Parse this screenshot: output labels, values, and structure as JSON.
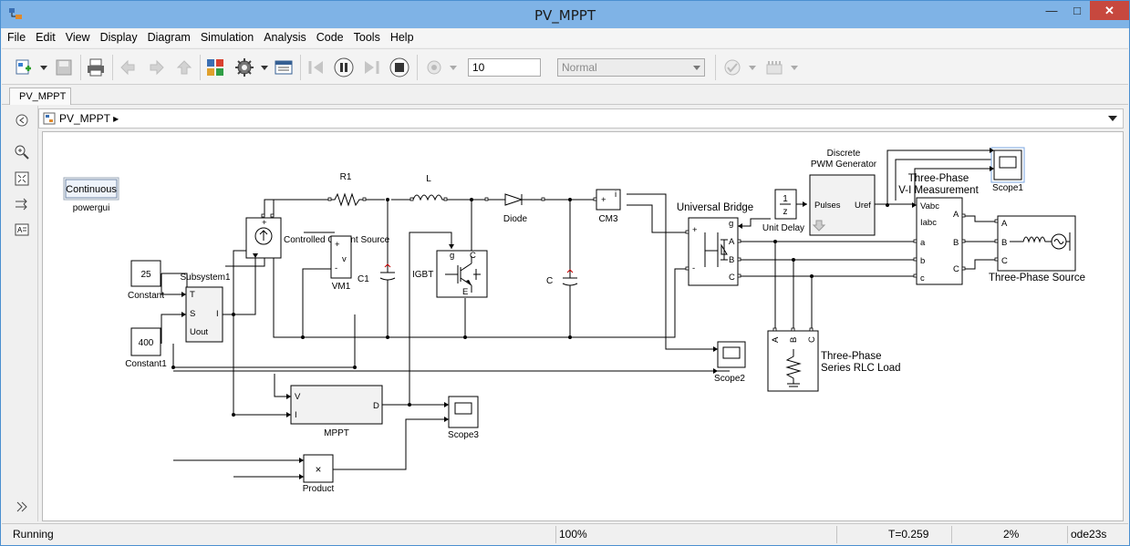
{
  "window": {
    "title": "PV_MPPT"
  },
  "menu": [
    "File",
    "Edit",
    "View",
    "Display",
    "Diagram",
    "Simulation",
    "Analysis",
    "Code",
    "Tools",
    "Help"
  ],
  "toolbar": {
    "stop_time": "10",
    "sim_mode": "Normal",
    "icons": [
      "new-model-icon",
      "save-icon",
      "print-icon",
      "back-icon",
      "forward-icon",
      "up-icon",
      "library-browser-icon",
      "model-config-icon",
      "model-explorer-icon",
      "step-back-icon",
      "pause-icon",
      "step-forward-icon",
      "stop-icon",
      "record-icon",
      "check-icon",
      "build-icon"
    ]
  },
  "tab": {
    "label": "PV_MPPT"
  },
  "breadcrumb": {
    "path": "PV_MPPT"
  },
  "diagram": {
    "powergui": {
      "label": "Continuous",
      "name": "powergui"
    },
    "constant25": {
      "value": "25",
      "name": "Constant"
    },
    "constant400": {
      "value": "400",
      "name": "Constant1"
    },
    "subsystem1": {
      "name": "Subsystem1",
      "port_t": "T",
      "port_s": "S",
      "port_uout": "Uout",
      "port_i": "I"
    },
    "ccs": {
      "name": "Controlled Current Source"
    },
    "vm1": {
      "name": "VM1",
      "port_v": "v"
    },
    "r1": {
      "name": "R1"
    },
    "l": {
      "name": "L"
    },
    "c1": {
      "name": "C1"
    },
    "igbt": {
      "name": "IGBT",
      "port_g": "g",
      "port_c": "C",
      "port_e": "E"
    },
    "diode": {
      "name": "Diode"
    },
    "c": {
      "name": "C"
    },
    "cm3": {
      "name": "CM3",
      "port_i": "i"
    },
    "bridge": {
      "name": "Universal Bridge",
      "port_g": "g",
      "port_a": "A",
      "port_b": "B",
      "port_c": "C"
    },
    "unit_delay": {
      "name": "Unit Delay",
      "num": "1",
      "den": "z"
    },
    "pwm": {
      "name1": "Discrete",
      "name2": "PWM Generator",
      "port_pulses": "Pulses",
      "port_uref": "Uref"
    },
    "vim": {
      "name1": "Three-Phase",
      "name2": "V-I Measurement",
      "port_vabc": "Vabc",
      "port_iabc": "Iabc",
      "port_a": "a",
      "port_b": "b",
      "port_c": "c",
      "port_A": "A",
      "port_B": "B",
      "port_C": "C"
    },
    "source": {
      "name": "Three-Phase Source",
      "port_a": "A",
      "port_b": "B",
      "port_c": "C"
    },
    "scope1": {
      "name": "Scope1"
    },
    "scope2": {
      "name": "Scope2"
    },
    "scope3": {
      "name": "Scope3"
    },
    "load": {
      "name1": "Three-Phase",
      "name2": "Series RLC Load",
      "port_a": "A",
      "port_b": "B",
      "port_c": "C"
    },
    "mppt": {
      "name": "MPPT",
      "port_v": "V",
      "port_i": "I",
      "port_d": "D"
    },
    "product": {
      "name": "Product",
      "symbol": "×"
    }
  },
  "status": {
    "state": "Running",
    "zoom": "100%",
    "time": "T=0.259",
    "progress": "2%",
    "solver": "ode23s"
  }
}
